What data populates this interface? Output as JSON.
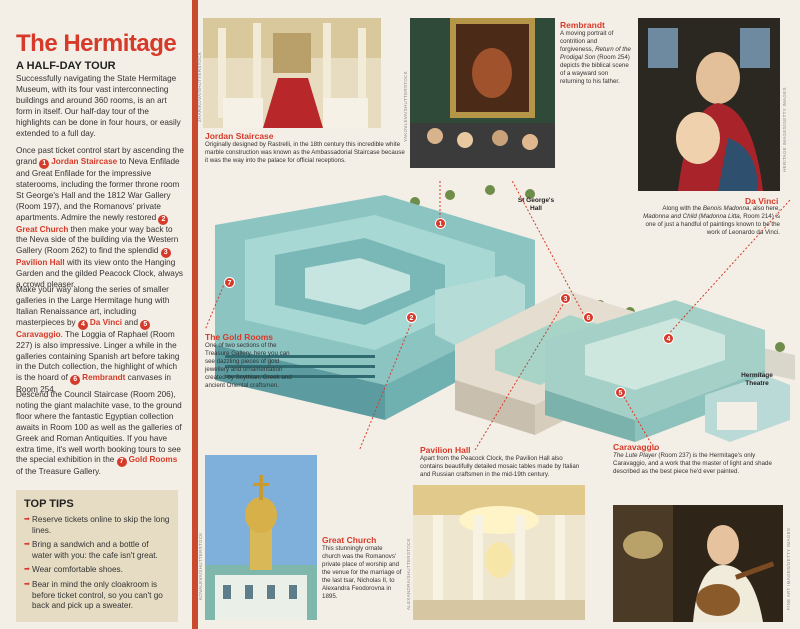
{
  "header": {
    "title": "The Hermitage",
    "subtitle": "A HALF-DAY TOUR"
  },
  "intro": "Successfully navigating the State Hermitage Museum, with its four vast interconnecting buildings and around 360 rooms, is an art form in itself. Our half-day tour of the highlights can be done in four hours, or easily extended to a full day.",
  "para1": {
    "a": "Once past ticket control start by ascending the grand ",
    "n1": "1",
    "l1": "Jordan Staircase",
    "b": " to Neva Enfilade and Great Enfilade for the impressive staterooms, including the former throne room St George's Hall and the 1812 War Gallery (Room 197), and the Romanovs' private apartments. Admire the newly restored ",
    "n2": "2",
    "l2": "Great Church",
    "c": " then make your way back to the Neva side of the building via the Western Gallery (Room 262) to find the splendid ",
    "n3": "3",
    "l3": "Pavilion Hall",
    "d": " with its view onto the Hanging Garden and the gilded Peacock Clock, always a crowd pleaser."
  },
  "para2": {
    "a": "Make your way along the series of smaller galleries in the Large Hermitage hung with Italian Renaissance art, including masterpieces by ",
    "n4": "4",
    "l4": "Da Vinci",
    "b": " and ",
    "n5": "5",
    "l5": "Caravaggio",
    "c": ". The Loggia of Raphael (Room 227) is also impressive. Linger a while in the galleries containing Spanish art before taking in the Dutch collection, the highlight of which is the hoard of ",
    "n6": "6",
    "l6": "Rembrandt",
    "d": " canvases in Room 254."
  },
  "para3": {
    "a": "Descend the Council Staircase (Room 206), noting the giant malachite vase, to the ground floor where the fantastic Egyptian collection awaits in Room 100 as well as the galleries of Greek and Roman Antiquities. If you have extra time, it's well worth booking tours to see the special exhibition in the ",
    "n7": "7",
    "l7": "Gold Rooms",
    "b": " of the Treasure Gallery."
  },
  "tips": {
    "title": "TOP TIPS",
    "items": [
      "Reserve tickets online to skip the long lines.",
      "Bring a sandwich and a bottle of water with you: the cafe isn't great.",
      "Wear comfortable shoes.",
      "Bear in mind the only cloakroom is before ticket control, so you can't go back and pick up a sweater."
    ]
  },
  "captions": {
    "jordan": {
      "title": "Jordan Staircase",
      "text": "Originally designed by Rastrelli, in the 18th century this incredible white marble construction was known as the Ambassadorial Staircase because it was the way into the palace for official receptions."
    },
    "rembrandt": {
      "title": "Rembrandt",
      "a": "A moving portrait of contrition and forgiveness, ",
      "it": "Return of the Prodigal Son",
      "b": " (Room 254) depicts the biblical scene of a wayward son returning to his father."
    },
    "davinci": {
      "title": "Da Vinci",
      "a": "Along with the ",
      "it1": "Benois Madonna",
      "b": ", also here, ",
      "it2": "Madonna and Child (Madonna Litta",
      "c": ", Room 214) is one of just a handful of paintings known to be the work of Leonardo da Vinci."
    },
    "gold": {
      "title": "The Gold Rooms",
      "text": "One of two sections of the Treasure Gallery, here you can see dazzling pieces of gold jewellery and ornamentation created by Scythian, Greek and ancient Oriental craftsmen."
    },
    "pavilion": {
      "title": "Pavilion Hall",
      "text": "Apart from the Peacock Clock, the Pavilion Hall also contains beautifully detailed mosaic tables made by Italian and Russian craftsmen in the mid-19th century."
    },
    "caravaggio": {
      "title": "Caravaggio",
      "it": "The Lute Player",
      "text": " (Room 237) is the Hermitage's only Caravaggio, and a work that the master of light and shade described as the best piece he'd ever painted."
    },
    "church": {
      "title": "Great Church",
      "text": "This stunningly ornate church was the Romanovs' private place of worship and the venue for the marriage of the last tsar, Nicholas II, to Alexandra Feodorovna in 1895."
    }
  },
  "map": {
    "labels": {
      "st_george": "St George's Hall",
      "theatre": "Hermitage Theatre"
    },
    "markers": [
      "1",
      "2",
      "3",
      "4",
      "5",
      "6",
      "7"
    ]
  },
  "credits": {
    "jordan": "ZHARIKOVA/SHUTTERSTOCK",
    "rembrandt": "YAKOVLEVA/SHUTTERSTOCK",
    "davinci": "HERITAGE IMAGES/GETTY IMAGES",
    "church": "KOVALEVA/SHUTTERSTOCK",
    "pavilion": "ALEXANDRA/SHUTTERSTOCK",
    "caravaggio": "FINE ART IMAGES/GETTY IMAGES"
  }
}
